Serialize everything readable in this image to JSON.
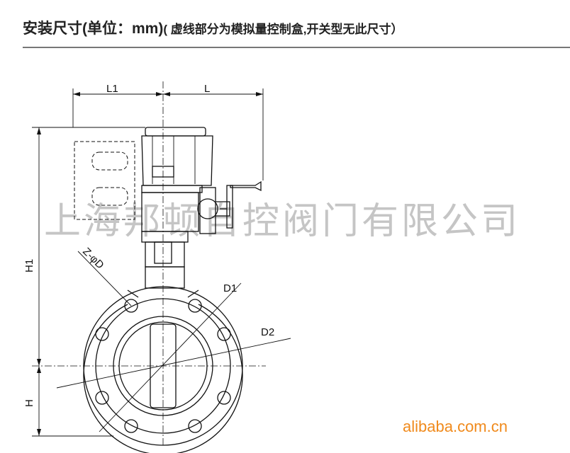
{
  "header": {
    "title": "安装尺寸(单位：mm)",
    "subtitle": "( 虚线部分为模拟量控制盒,开关型无此尺寸）"
  },
  "dimensions": {
    "l1": "L1",
    "l": "L",
    "h1": "H1",
    "h": "H",
    "d1": "D1",
    "d2": "D2",
    "zd": "Z-φD"
  },
  "watermark": "上海邦顿自控阀门有限公司",
  "brand": "alibaba.com.cn",
  "colors": {
    "brand": "#f08a1c"
  }
}
